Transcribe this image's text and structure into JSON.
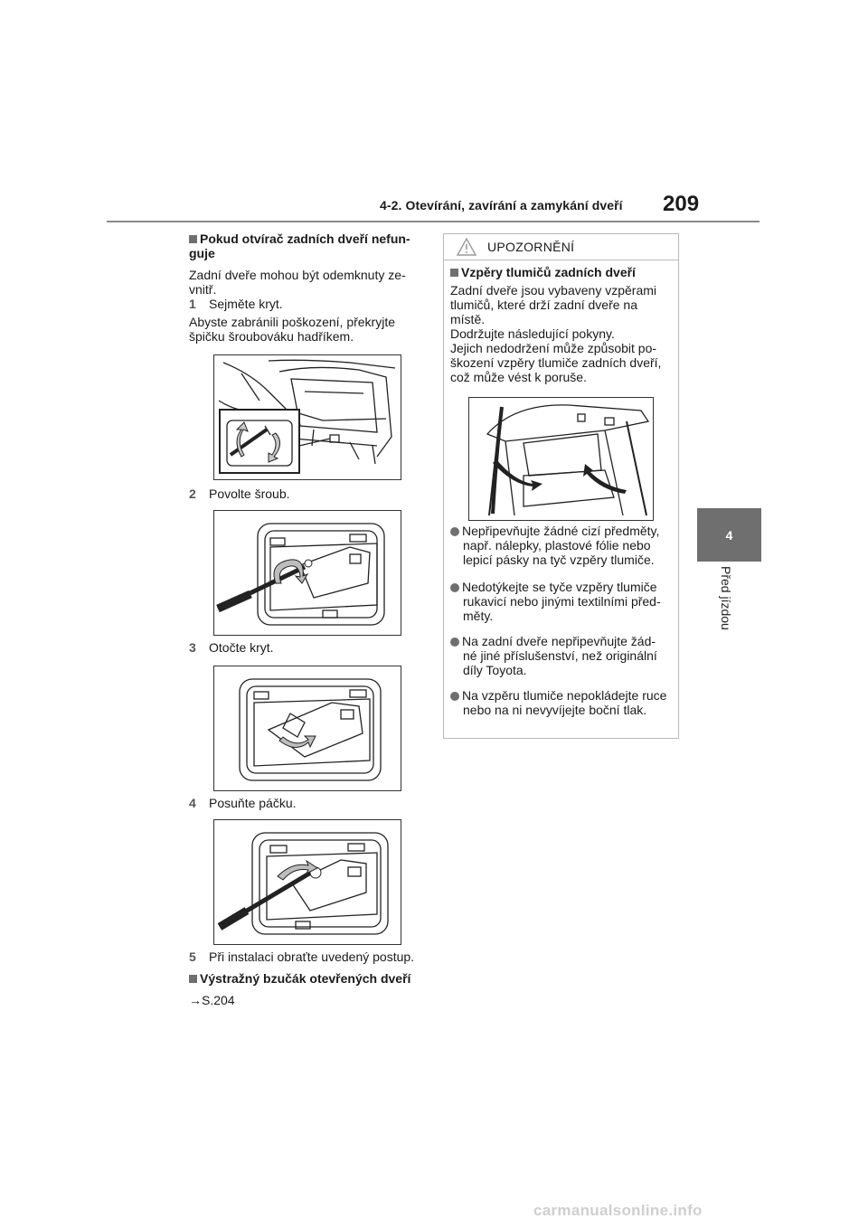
{
  "header": {
    "section_title": "4-2. Otevírání, zavírání a zamykání dveří",
    "page_number": "209"
  },
  "side_tab": {
    "chapter_number": "4",
    "chapter_title": "Před jízdou"
  },
  "left_column": {
    "heading1": "Pokud otvírač zadních dveří nefun-guje",
    "intro": "Zadní dveře mohou být odemknuty ze-vnitř.",
    "steps": [
      {
        "num": "1",
        "text": "Sejměte kryt."
      },
      {
        "num": "2",
        "text": "Povolte šroub."
      },
      {
        "num": "3",
        "text": "Otočte kryt."
      },
      {
        "num": "4",
        "text": "Posuňte páčku."
      },
      {
        "num": "5",
        "text": "Při instalaci obraťte uvedený postup."
      }
    ],
    "step1_note": "Abyste zabránili poškození, překryjte špičku šroubováku hadříkem.",
    "heading2": "Výstražný bzučák otevřených dveří",
    "reference": "→S.204"
  },
  "warning_box": {
    "title": "UPOZORNĚNÍ",
    "subheading": "Vzpěry tlumičů zadních dveří",
    "paragraph": "Zadní dveře jsou vybaveny vzpěrami tlumičů, které drží zadní dveře na místě.\nDodržujte následující pokyny.\nJejich nedodržení může způsobit po-škození vzpěry tlumiče zadních dveří, což může vést k poruše.",
    "bullets": [
      "Nepřipevňujte žádné cizí předměty, např. nálepky, plastové fólie nebo lepicí pásky na tyč vzpěry tlumiče.",
      "Nedotýkejte se tyče vzpěry tlumiče rukavicí nebo jinými textilními před-měty.",
      "Na zadní dveře nepřipevňujte žád-né jiné příslušenství, než originální díly Toyota.",
      "Na vzpěru tlumiče nepokládejte ruce nebo na ni nevyvíjejte boční tlak."
    ]
  },
  "footer": {
    "watermark": "carmanualsonline.info"
  },
  "colors": {
    "accent_gray": "#6f6f6f",
    "rule_gray": "#8a8a8a",
    "box_border": "#b9b9b9"
  }
}
